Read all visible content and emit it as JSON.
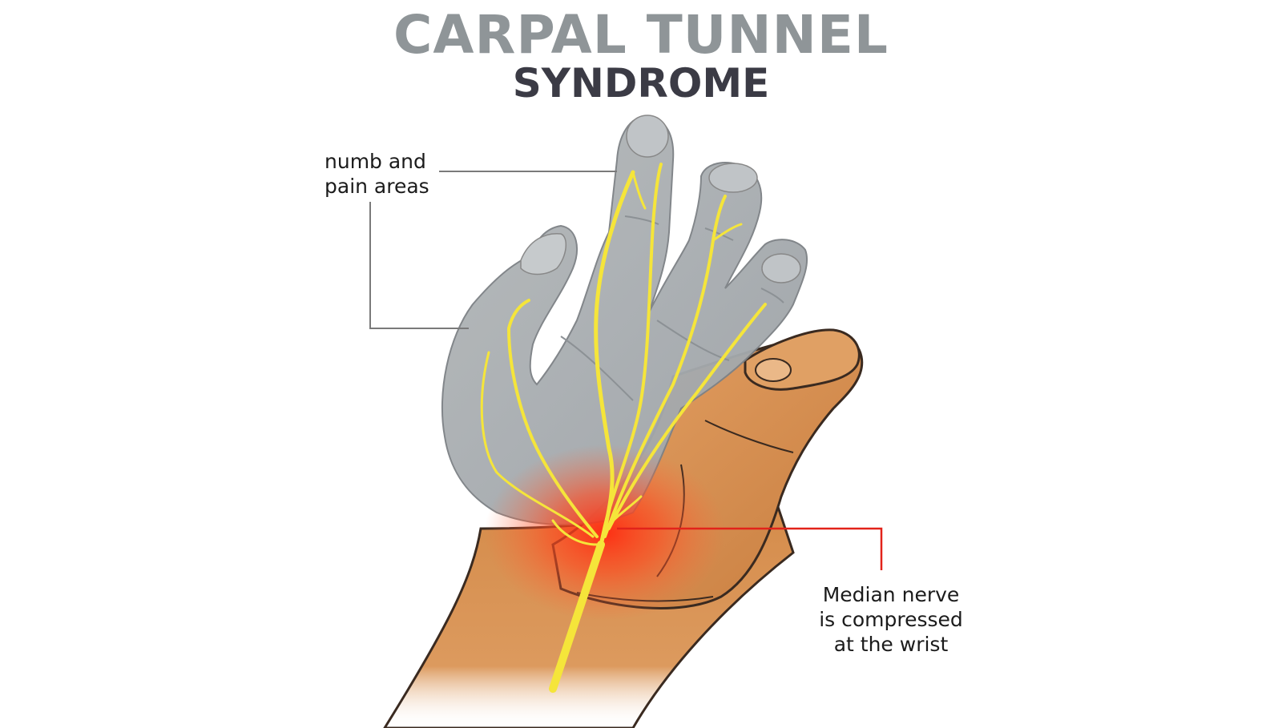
{
  "title": {
    "line1": "CARPAL TUNNEL",
    "line2": "SYNDROME"
  },
  "callouts": {
    "numb_pain": {
      "lines": [
        "numb and",
        "pain areas"
      ]
    },
    "median_nerve": {
      "lines": [
        "Median nerve",
        "is compressed",
        "at the wrist"
      ]
    }
  },
  "colors": {
    "title_primary": "#8f9598",
    "title_secondary": "#3b3b45",
    "numb_area": "#a9aeb1",
    "skin": "#d9914f",
    "nerve": "#f3e23a",
    "pain_highlight": "#ff3b1f",
    "callout_line_numb": "#7a7a7a",
    "callout_line_median": "#e2231a"
  },
  "icons": [
    "hand-illustration",
    "median-nerve",
    "wrist-compression-glow"
  ]
}
